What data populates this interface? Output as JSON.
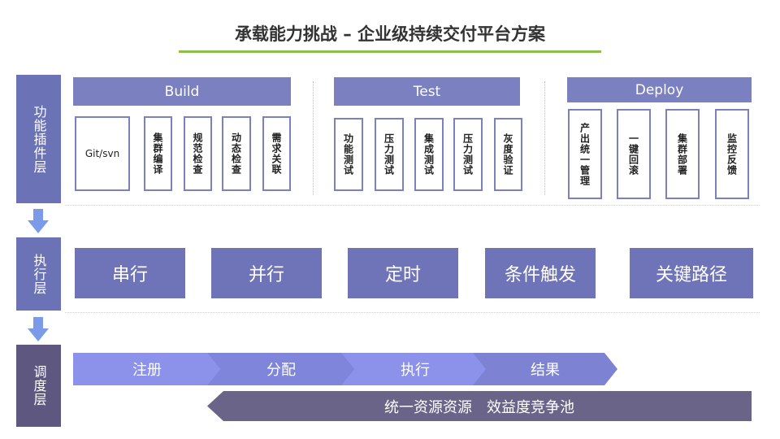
{
  "title": "承载能力挑战 – 企业级持续交付平台方案",
  "layers": {
    "plugin": "功能插件层",
    "exec": "执行层",
    "sched": "调度层"
  },
  "build": {
    "label": "Build",
    "items": [
      "Git/svn",
      "集群编译",
      "规范检查",
      "动态检查",
      "需求关联"
    ]
  },
  "test": {
    "label": "Test",
    "items": [
      "功能测试",
      "压力测试",
      "集成测试",
      "压力测试",
      "灰度验证"
    ]
  },
  "deploy": {
    "label": "Deploy",
    "items": [
      "产出统一管理",
      "一键回滚",
      "集群部署",
      "监控反馈"
    ]
  },
  "exec": [
    "串行",
    "并行",
    "定时",
    "条件触发",
    "关键路径"
  ],
  "flow": [
    "注册",
    "分配",
    "执行",
    "结果"
  ],
  "pool": "统一资源资源　效益度竞争池",
  "colors": {
    "accent": "#6b72b6",
    "underline": "#8cc04a",
    "pool": "#6a6488"
  }
}
